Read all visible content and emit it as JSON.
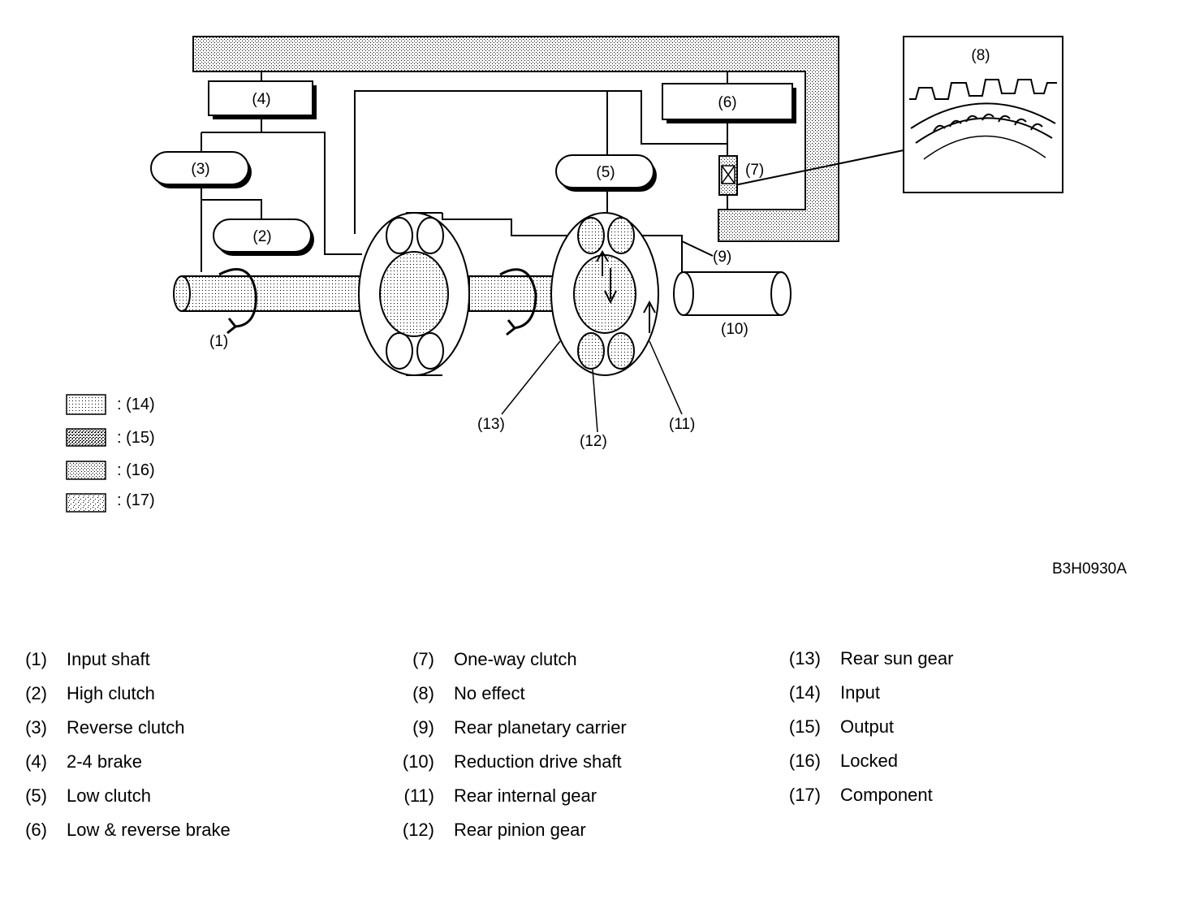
{
  "callouts": {
    "c1": "(1)",
    "c2": "(2)",
    "c3": "(3)",
    "c4": "(4)",
    "c5": "(5)",
    "c6": "(6)",
    "c7": "(7)",
    "c8": "(8)",
    "c9": "(9)",
    "c10": "(10)",
    "c11": "(11)",
    "c12": "(12)",
    "c13": "(13)"
  },
  "legend": [
    {
      "label": ": (14)"
    },
    {
      "label": ": (15)"
    },
    {
      "label": ": (16)"
    },
    {
      "label": ": (17)"
    }
  ],
  "figure_code": "B3H0930A",
  "key": [
    {
      "num": "(1)",
      "text": "Input shaft"
    },
    {
      "num": "(2)",
      "text": "High clutch"
    },
    {
      "num": "(3)",
      "text": "Reverse clutch"
    },
    {
      "num": "(4)",
      "text": "2-4 brake"
    },
    {
      "num": "(5)",
      "text": "Low clutch"
    },
    {
      "num": "(6)",
      "text": "Low & reverse brake"
    },
    {
      "num": "(7)",
      "text": "One-way clutch"
    },
    {
      "num": "(8)",
      "text": "No effect"
    },
    {
      "num": "(9)",
      "text": "Rear planetary carrier"
    },
    {
      "num": "(10)",
      "text": "Reduction drive shaft"
    },
    {
      "num": "(11)",
      "text": "Rear internal gear"
    },
    {
      "num": "(12)",
      "text": "Rear pinion gear"
    },
    {
      "num": "(13)",
      "text": "Rear sun gear"
    },
    {
      "num": "(14)",
      "text": "Input"
    },
    {
      "num": "(15)",
      "text": "Output"
    },
    {
      "num": "(16)",
      "text": "Locked"
    },
    {
      "num": "(17)",
      "text": "Component"
    }
  ]
}
